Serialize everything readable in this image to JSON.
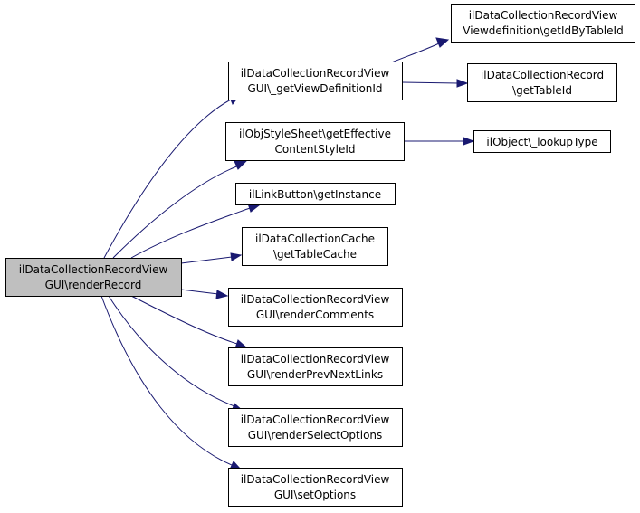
{
  "colors": {
    "edge": "#191970",
    "root_fill": "#bfbfbf",
    "node_fill": "#ffffff",
    "node_border": "#000000"
  },
  "nodes": {
    "root": [
      "ilDataCollectionRecordView",
      "GUI\\renderRecord"
    ],
    "get_view_definition_id": [
      "ilDataCollectionRecordView",
      "GUI\\_getViewDefinitionId"
    ],
    "get_id_by_table_id": [
      "ilDataCollectionRecordView",
      "Viewdefinition\\getIdByTableId"
    ],
    "get_table_id": [
      "ilDataCollectionRecord",
      "\\getTableId"
    ],
    "get_effective_content_style_id": [
      "ilObjStyleSheet\\getEffective",
      "ContentStyleId"
    ],
    "lookup_type": [
      "ilObject\\_lookupType"
    ],
    "link_button_get_instance": [
      "ilLinkButton\\getInstance"
    ],
    "get_table_cache": [
      "ilDataCollectionCache",
      "\\getTableCache"
    ],
    "render_comments": [
      "ilDataCollectionRecordView",
      "GUI\\renderComments"
    ],
    "render_prev_next_links": [
      "ilDataCollectionRecordView",
      "GUI\\renderPrevNextLinks"
    ],
    "render_select_options": [
      "ilDataCollectionRecordView",
      "GUI\\renderSelectOptions"
    ],
    "set_options": [
      "ilDataCollectionRecordView",
      "GUI\\setOptions"
    ]
  }
}
